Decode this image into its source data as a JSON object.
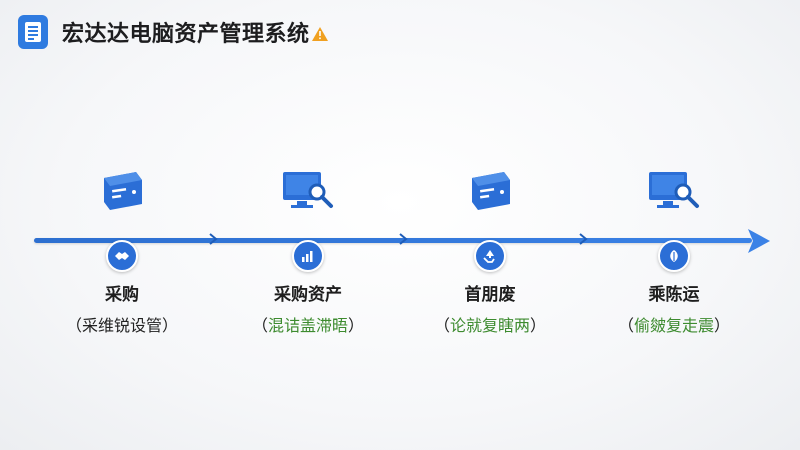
{
  "app": {
    "title": "宏达达电脑资产管理系统",
    "icon": "document-list-icon",
    "warning_icon": "warning-icon"
  },
  "colors": {
    "accent": "#2b6ed6",
    "warning": "#f0a020",
    "desc_green": "#3d8b2f"
  },
  "stages": [
    {
      "icon": "computer-case-icon",
      "node_icon": "handshake-icon",
      "name": "采购",
      "desc_open": "（",
      "desc": "采维锐设管",
      "desc_close": "）"
    },
    {
      "icon": "monitor-search-icon",
      "node_icon": "bar-chart-icon",
      "name": "采购资产",
      "desc_open": "（",
      "desc": "混诘盖滞晤",
      "desc_close": "）"
    },
    {
      "icon": "computer-case-icon",
      "node_icon": "recycle-icon",
      "name": "首朋废",
      "desc_open": "（",
      "desc": "论就复瞎两",
      "desc_close": "）"
    },
    {
      "icon": "monitor-search-icon",
      "node_icon": "leaf-icon",
      "name": "乘陈运",
      "desc_open": "（",
      "desc": "偷皴复走震",
      "desc_close": "）"
    }
  ]
}
